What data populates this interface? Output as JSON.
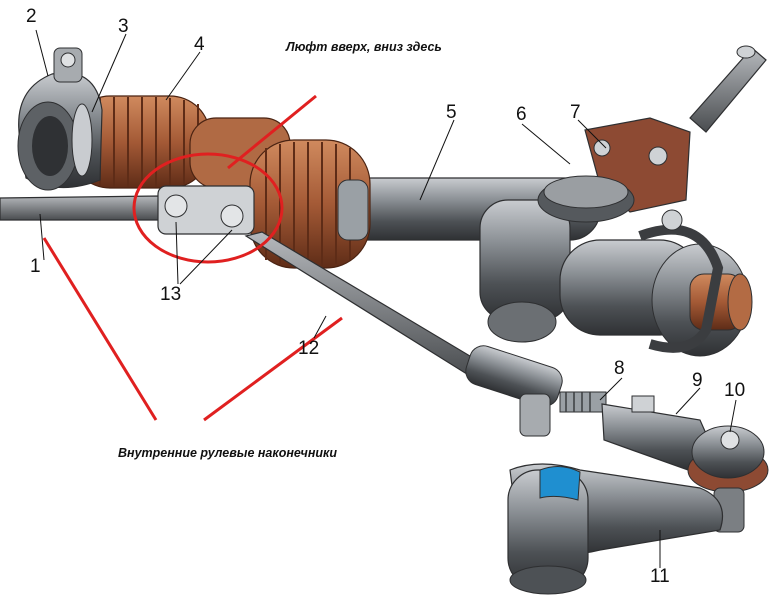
{
  "annotations": {
    "top_note": "Люфт вверх, вниз здесь",
    "bottom_note": "Внутренние рулевые наконечники"
  },
  "callouts": {
    "n1": "1",
    "n2": "2",
    "n3": "3",
    "n4": "4",
    "n5": "5",
    "n6": "6",
    "n7": "7",
    "n8": "8",
    "n9": "9",
    "n10": "10",
    "n11": "11",
    "n12": "12",
    "n13": "13"
  },
  "colors": {
    "boot": "#a45a36",
    "steel": "#7b7f83",
    "steel_dark": "#3d3f42",
    "bracket": "#8d4a33",
    "highlight": "#e02020",
    "accent_blue": "#1f8fd0"
  }
}
